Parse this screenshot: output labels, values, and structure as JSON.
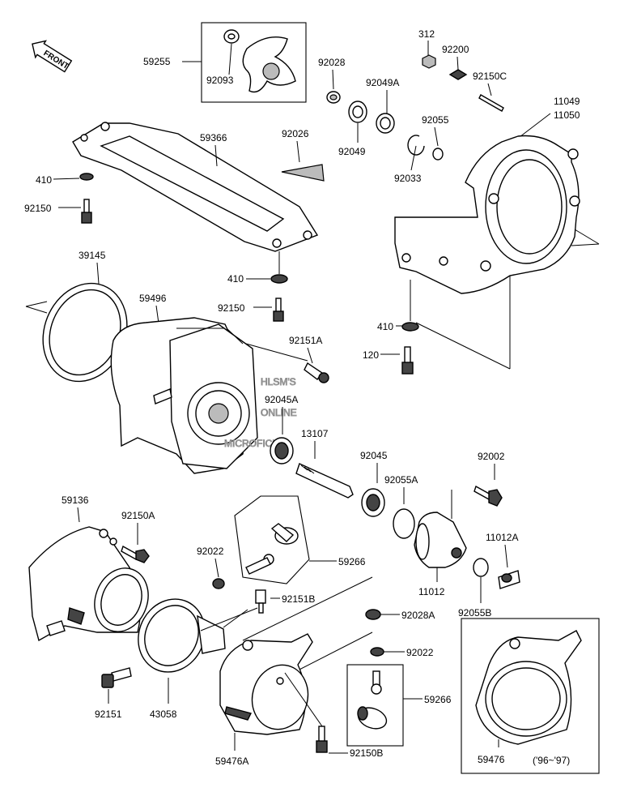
{
  "labels": {
    "front": "FRONT",
    "p59255": "59255",
    "p92093": "92093",
    "p92028": "92028",
    "p312": "312",
    "p92200": "92200",
    "p92049A": "92049A",
    "p92150C": "92150C",
    "p11049": "11049",
    "p11050": "11050",
    "p59366": "59366",
    "p92026": "92026",
    "p92055_top": "92055",
    "p92049": "92049",
    "p92033": "92033",
    "p410_a": "410",
    "p92150_a": "92150",
    "p39145": "39145",
    "p410_b": "410",
    "p59496": "59496",
    "p92150_b": "92150",
    "p410_c": "410",
    "p92151A": "92151A",
    "p120": "120",
    "p92045A": "92045A",
    "p13107": "13107",
    "p92045": "92045",
    "p92002": "92002",
    "p92055A": "92055A",
    "p59136": "59136",
    "p92150A": "92150A",
    "p92022_a": "92022",
    "p59266_a": "59266",
    "p11012A": "11012A",
    "p11012": "11012",
    "p92055B": "92055B",
    "p92151B": "92151B",
    "p92028A": "92028A",
    "p92022_b": "92022",
    "p59266_b": "59266",
    "p92151": "92151",
    "p43058": "43058",
    "p92150B": "92150B",
    "p59476A": "59476A",
    "p59476": "59476",
    "years": "('96~'97)"
  },
  "watermark": {
    "line1": "HLSM'S",
    "line2": "ONLINE",
    "line3": "MICROFICHE"
  }
}
